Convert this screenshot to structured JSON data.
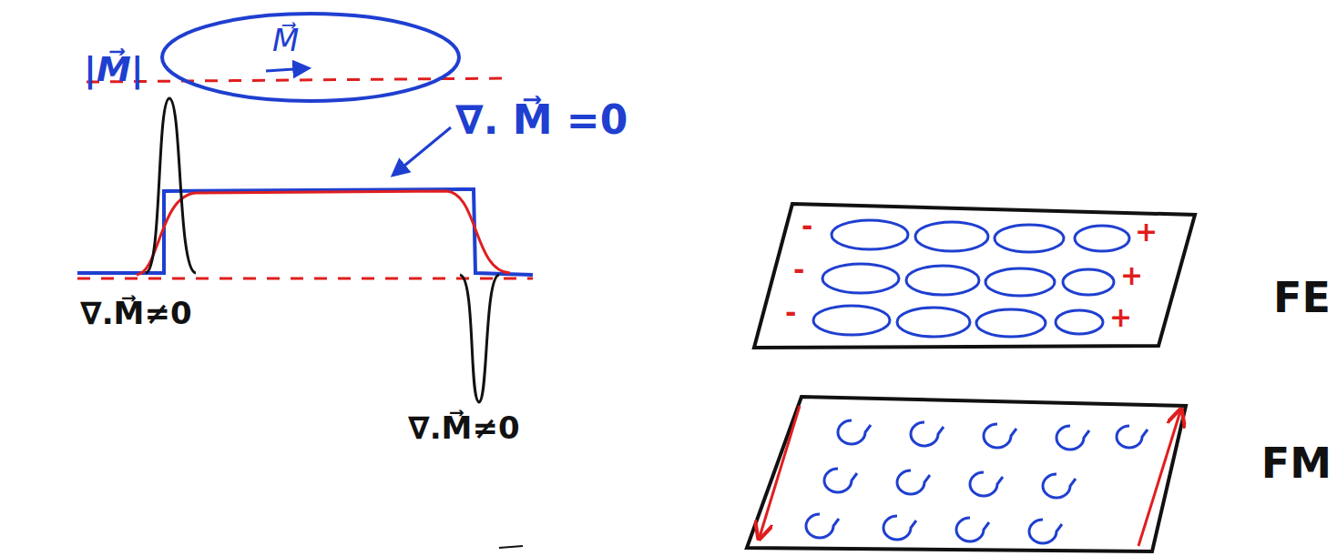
{
  "diagram": {
    "nodes": [
      {
        "text": [
          "M⃗"
        ]
      }
    ],
    "labels": [
      "|M⃗|",
      "∇. M⃗ =0",
      "∇.M⃗≠0",
      "∇.M⃗≠0",
      "-",
      "-",
      "-",
      "+",
      "+",
      "+",
      "FE",
      "FM"
    ]
  }
}
